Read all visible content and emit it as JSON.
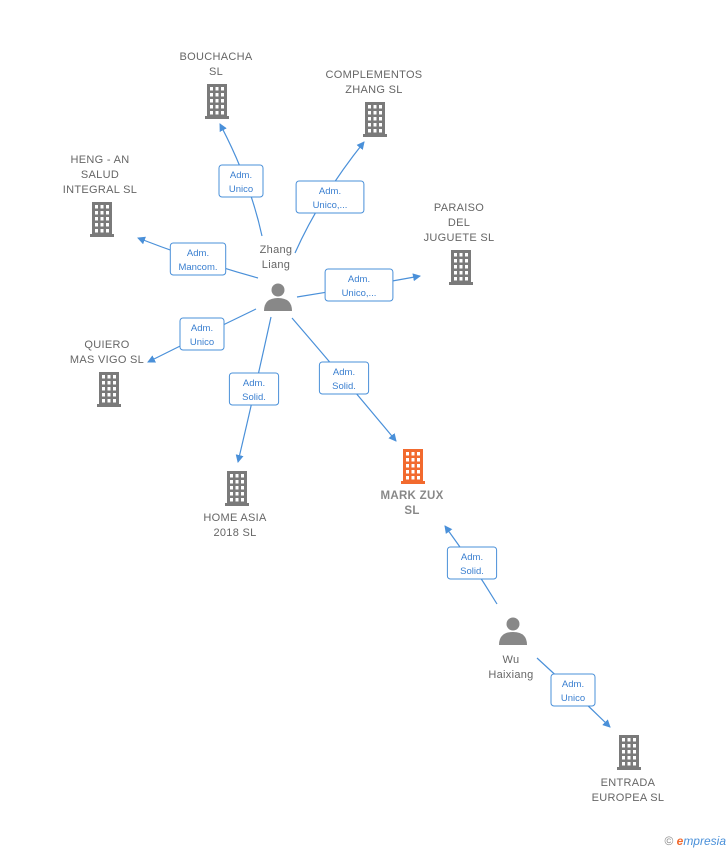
{
  "colors": {
    "company": "#7a7a7a",
    "highlight": "#f26a2e",
    "person": "#888888",
    "edge": "#4a90d9"
  },
  "companies": [
    {
      "id": "bouchacha",
      "lines": [
        "BOUCHACHA",
        "SL"
      ]
    },
    {
      "id": "complementos",
      "lines": [
        "COMPLEMENTOS",
        "ZHANG SL"
      ]
    },
    {
      "id": "heng",
      "lines": [
        "HENG -  AN",
        "SALUD",
        "INTEGRAL  SL"
      ]
    },
    {
      "id": "paraiso",
      "lines": [
        "PARAISO",
        "DEL",
        "JUGUETE  SL"
      ]
    },
    {
      "id": "quiero",
      "lines": [
        "QUIERO",
        "MAS VIGO  SL"
      ]
    },
    {
      "id": "home_asia",
      "lines": [
        "HOME ASIA",
        "2018  SL"
      ]
    },
    {
      "id": "mark_zux",
      "lines": [
        "MARK ZUX",
        "SL"
      ],
      "highlight": true
    },
    {
      "id": "entrada",
      "lines": [
        "ENTRADA",
        "EUROPEA  SL"
      ]
    }
  ],
  "persons": [
    {
      "id": "zhang",
      "lines": [
        "Zhang",
        "Liang"
      ]
    },
    {
      "id": "wu",
      "lines": [
        "Wu",
        "Haixiang"
      ]
    }
  ],
  "relations": [
    {
      "id": "r_bouchacha",
      "lines": [
        "Adm.",
        "Unico"
      ]
    },
    {
      "id": "r_complementos",
      "lines": [
        "Adm.",
        "Unico,..."
      ]
    },
    {
      "id": "r_heng",
      "lines": [
        "Adm.",
        "Mancom."
      ]
    },
    {
      "id": "r_paraiso",
      "lines": [
        "Adm.",
        "Unico,..."
      ]
    },
    {
      "id": "r_quiero",
      "lines": [
        "Adm.",
        "Unico"
      ]
    },
    {
      "id": "r_home_asia",
      "lines": [
        "Adm.",
        "Solid."
      ]
    },
    {
      "id": "r_mark_zux_zhang",
      "lines": [
        "Adm.",
        "Solid."
      ]
    },
    {
      "id": "r_mark_zux_wu",
      "lines": [
        "Adm.",
        "Solid."
      ]
    },
    {
      "id": "r_entrada",
      "lines": [
        "Adm.",
        "Unico"
      ]
    }
  ],
  "watermark": {
    "symbol": "©",
    "brand_first": "e",
    "brand_rest": "mpresia"
  }
}
